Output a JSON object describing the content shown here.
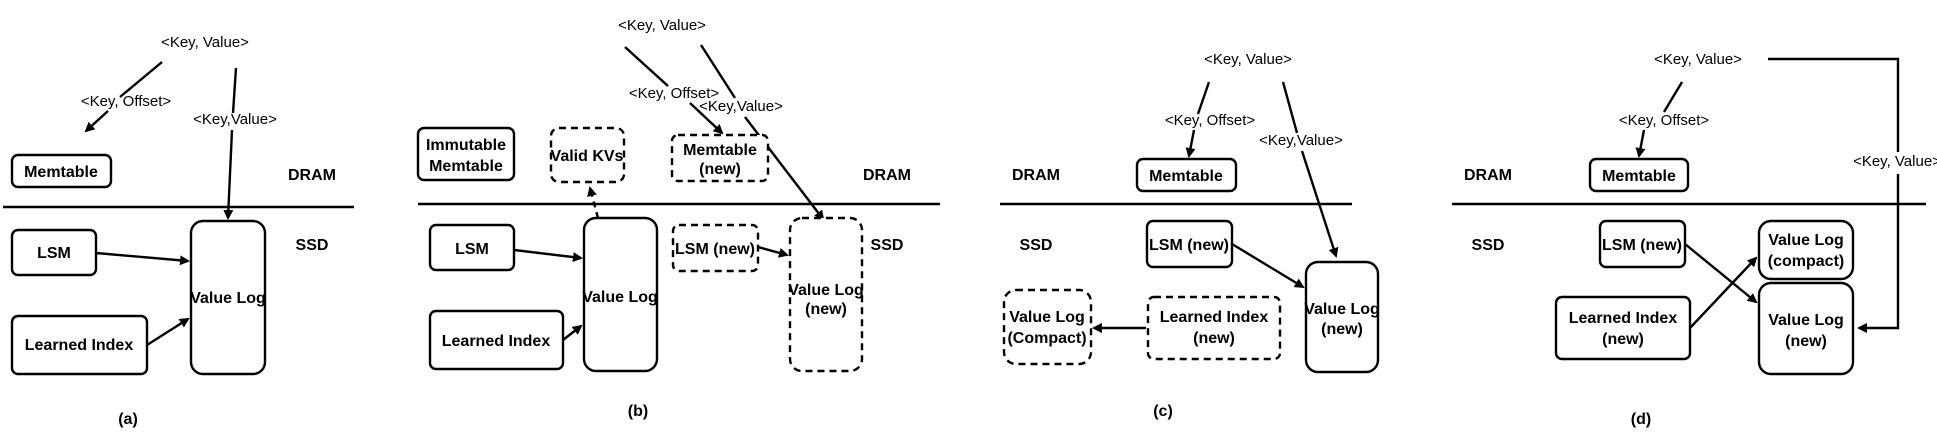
{
  "panels": {
    "a": {
      "caption": "(a)",
      "kv": "<Key, Value>",
      "key_offset": "<Key, Offset>",
      "key_value_short": "<Key,Value>",
      "memtable": "Memtable",
      "dram": "DRAM",
      "ssd": "SSD",
      "lsm": "LSM",
      "learned_index": "Learned Index",
      "value_log": "Value Log"
    },
    "b": {
      "caption": "(b)",
      "kv": "<Key, Value>",
      "key_offset": "<Key, Offset>",
      "key_value_short": "<Key,Value>",
      "immutable_memtable_1": "Immutable",
      "immutable_memtable_2": "Memtable",
      "valid_kvs": "Valid KVs",
      "memtable_new_1": "Memtable",
      "memtable_new_2": "(new)",
      "dram": "DRAM",
      "ssd": "SSD",
      "lsm": "LSM",
      "learned_index": "Learned Index",
      "value_log": "Value Log",
      "lsm_new": "LSM (new)",
      "value_log_new_1": "Value Log",
      "value_log_new_2": "(new)"
    },
    "c": {
      "caption": "(c)",
      "kv": "<Key, Value>",
      "key_offset": "<Key, Offset>",
      "key_value_short": "<Key,Value>",
      "dram": "DRAM",
      "ssd": "SSD",
      "memtable": "Memtable",
      "lsm_new": "LSM (new)",
      "value_log_new_1": "Value Log",
      "value_log_new_2": "(new)",
      "value_log_compact_1": "Value Log",
      "value_log_compact_2": "(Compact)",
      "learned_index_new_1": "Learned Index",
      "learned_index_new_2": "(new)"
    },
    "d": {
      "caption": "(d)",
      "kv": "<Key, Value>",
      "key_offset": "<Key, Offset>",
      "key_value_short": "<Key, Value>",
      "dram": "DRAM",
      "ssd": "SSD",
      "memtable": "Memtable",
      "lsm_new": "LSM (new)",
      "value_log_compact_1": "Value Log",
      "value_log_compact_2": "(compact)",
      "learned_index_new_1": "Learned Index",
      "learned_index_new_2": "(new)",
      "value_log_new_1": "Value Log",
      "value_log_new_2": "(new)"
    }
  }
}
